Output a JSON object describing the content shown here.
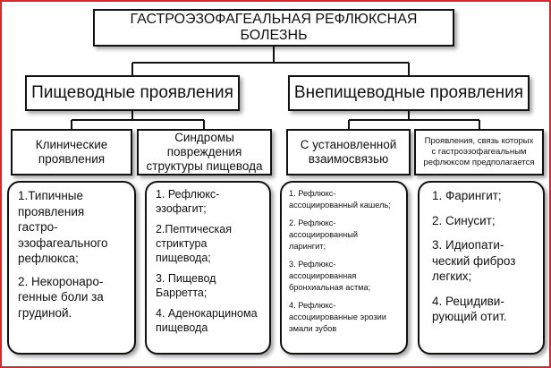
{
  "title": "ГАСТРОЭЗОФАГЕАЛЬНАЯ РЕФЛЮКСНАЯ БОЛЕЗНЬ",
  "branches": {
    "left": {
      "label": "Пищеводные проявления",
      "children": {
        "a": {
          "label": "Клинические\nпроявления",
          "items": [
            "1.Типичные\nпроявления\nгастро-\nэзофагеального\nрефлюкса;",
            "2. Некоронаро-\nгенные боли за\nгрудиной."
          ]
        },
        "b": {
          "label": "Синдромы повреждения\nструктуры пищевода",
          "items": [
            "1. Рефлюкс-\nэзофагит;",
            "2.Пептическая\nстриктура\nпищевода;",
            "3. Пищевод\nБарретта;",
            "4. Аденокарцинома\nпищевода"
          ]
        }
      }
    },
    "right": {
      "label": "Внепищеводные проявления",
      "children": {
        "c": {
          "label": "С установленной\nвзаимосвязью",
          "items": [
            "1. Рефлюкс-\nассоциированный кашель;",
            "2. Рефлюкс-\nассоциированный\nларингит;",
            "3. Рефлюкс-\nассоциированная\nбронхиальная астма;",
            "4. Рефлюкс-\nассоциированные эрозии\nэмали зубов"
          ]
        },
        "d": {
          "label": "Проявления, связь которых\nс гастроэзофагеальным\nрефлюксом предполагается",
          "items": [
            "1. Фарингит;",
            "2. Синусит;",
            "3. Идиопати-\nческий фиброз\nлегких;",
            "4. Рецидиви-\nрующий отит."
          ]
        }
      }
    }
  },
  "colors": {
    "frame": "#d9262b",
    "line": "#111111"
  }
}
